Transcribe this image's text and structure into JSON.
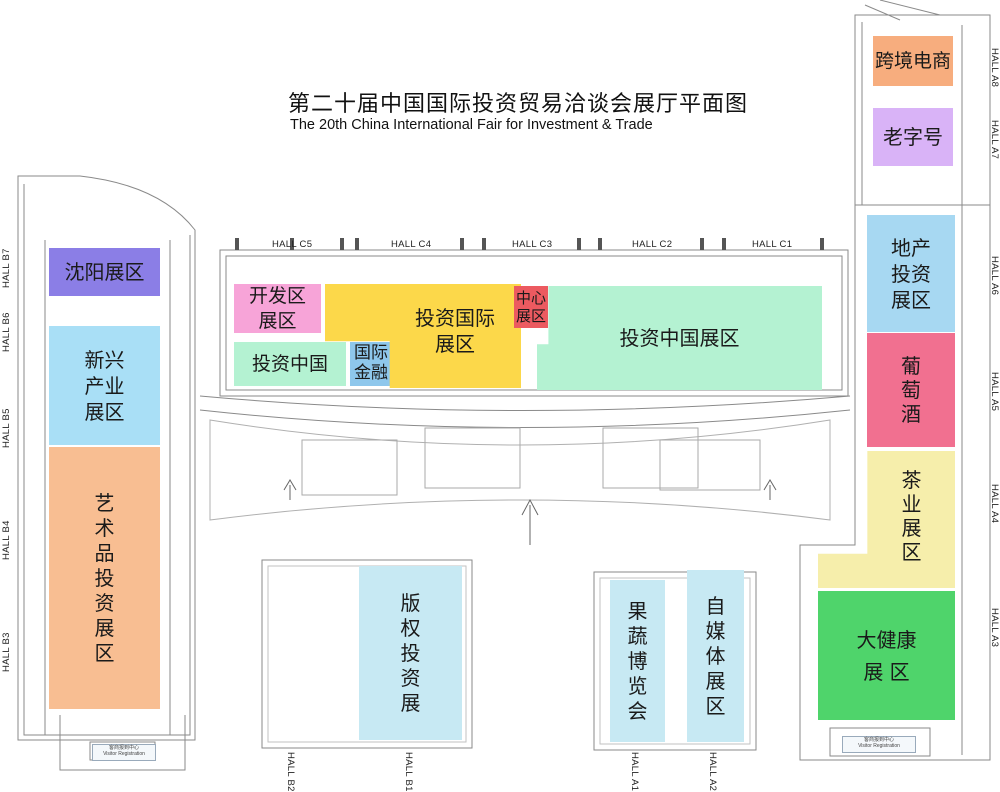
{
  "title": {
    "zh": "第二十届中国国际投资贸易洽谈会展厅平面图",
    "en": "The 20th China International Fair for Investment & Trade"
  },
  "colors": {
    "purple": "#8b7ee6",
    "light_blue": "#a9dff6",
    "peach": "#f8be92",
    "pink": "#f7a4d8",
    "mint": "#b4f2d2",
    "yellow": "#fcd84a",
    "red": "#ec5a60",
    "steel": "#8ec7ec",
    "soft_blue": "#c7e9f3",
    "orange": "#f7ad7e",
    "lavender": "#d9b3f7",
    "sky": "#a7d8f2",
    "rose": "#f17090",
    "cream": "#f6eeab",
    "green": "#4fd46b"
  },
  "zones": {
    "shenyang": "沈阳展区",
    "xinxing": "新兴\n产业\n展区",
    "art": "艺\n术\n品\n投\n资\n展\n区",
    "kaifa": "开发区\n展区",
    "touzi_zhongguo_small": "投资中国",
    "finance": "国际\n金融",
    "touzi_intl": "投资国际\n展区",
    "center": "中心\n展区",
    "touzi_zhongguo_big": "投资中国展区",
    "copyright": "版\n权\n投\n资\n展",
    "fruit": "果\n蔬\n博\n览\n会",
    "media": "自\n媒\n体\n展\n区",
    "ecommerce": "跨境电商",
    "laozihao": "老字号",
    "realestate": "地产\n投资\n展区",
    "wine": "葡\n萄\n酒",
    "tea": "茶\n业\n展\n区",
    "health": "大健康\n展  区"
  },
  "halls": {
    "c5": "HALL C5",
    "c4": "HALL C4",
    "c3": "HALL C3",
    "c2": "HALL C2",
    "c1": "HALL C1",
    "b7": "HALL B7",
    "b6": "HALL B6",
    "b5": "HALL B5",
    "b4": "HALL B4",
    "b3": "HALL B3",
    "b2": "HALL B2",
    "b1": "HALL B1",
    "a1": "HALL A1",
    "a2": "HALL A2",
    "a3": "HALL A3",
    "a4": "HALL A4",
    "a5": "HALL A5",
    "a6": "HALL A6",
    "a7": "HALL A7",
    "a8": "HALL A8"
  },
  "registration": {
    "left": "客商报到中心\nVisitor Registration",
    "right": "客商报到中心\nVisitor Registration"
  }
}
